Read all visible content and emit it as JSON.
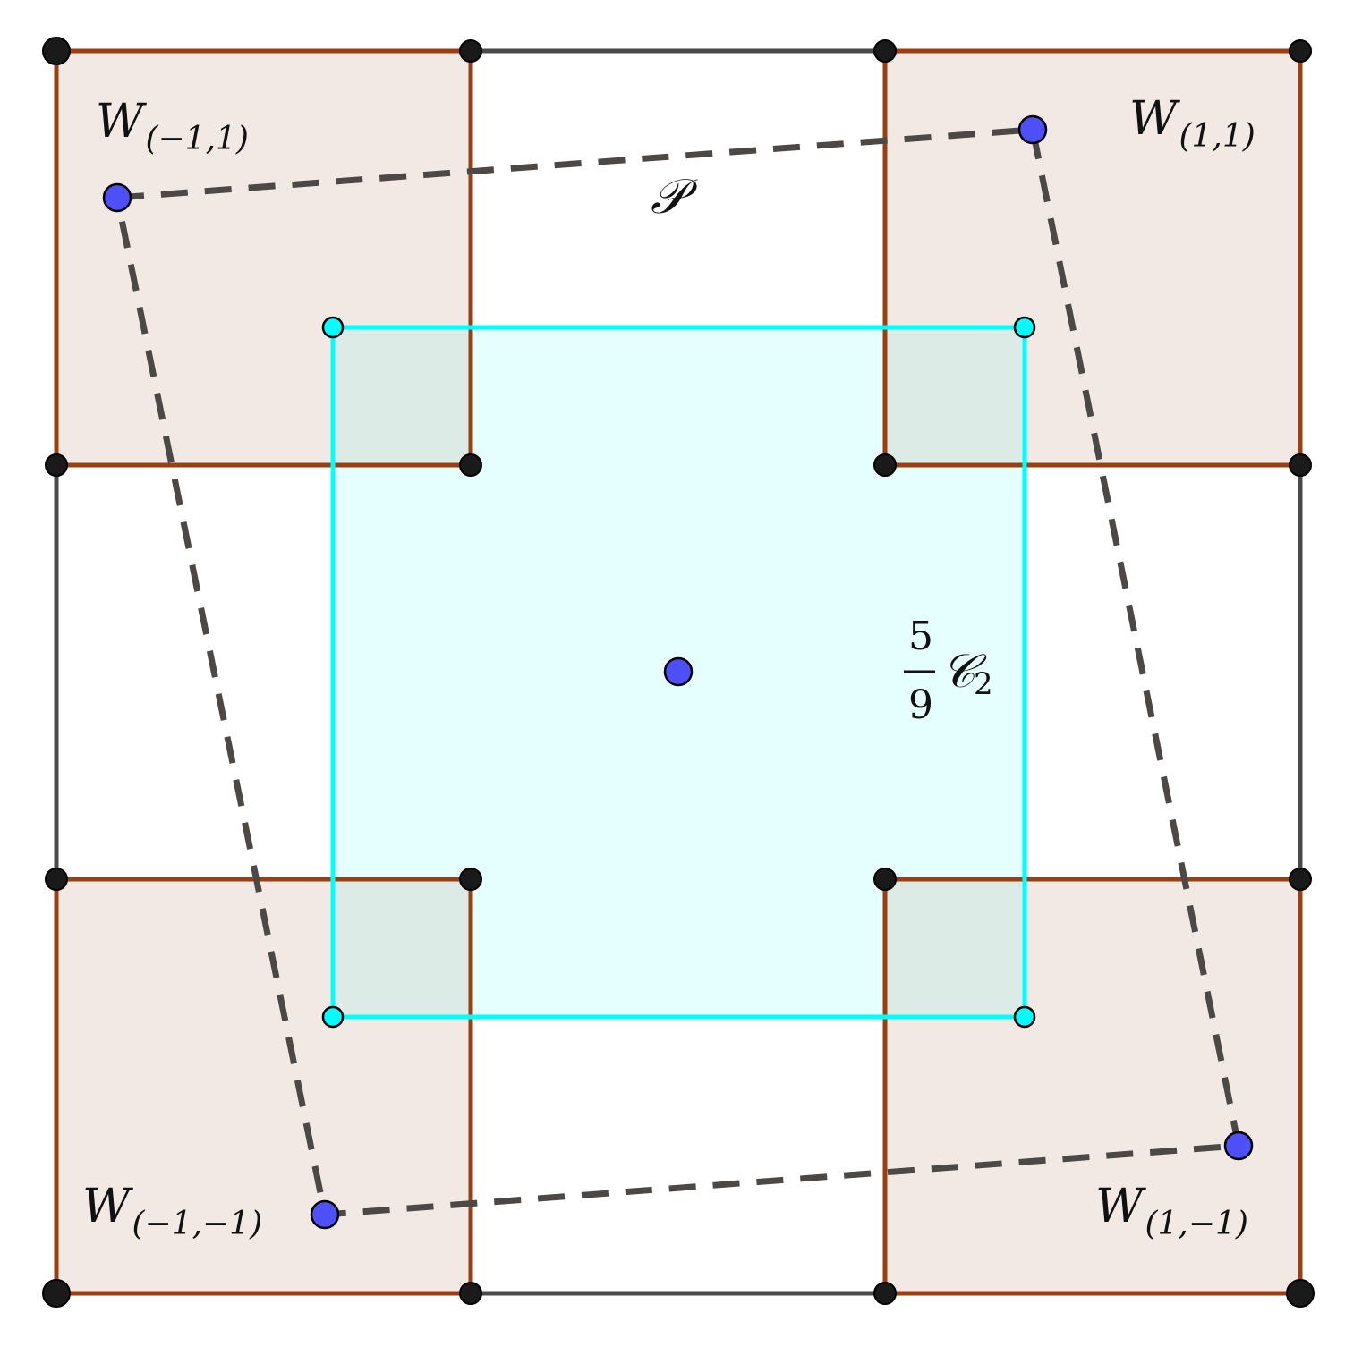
{
  "colors": {
    "corner_square_stroke": "#9a3f12",
    "corner_square_fill": "#f2e8e4",
    "outer_gray_stroke": "#4a4a4a",
    "cyan_square_stroke": "#00ffff",
    "cyan_square_fill": "#e4fffd",
    "overlap_fill": "#dcebe6",
    "dashed_polygon_stroke": "#4b4846",
    "black_point": "#1a1a1a",
    "blue_point": "#4f4ff8",
    "cyan_point": "#00ffff"
  },
  "labels": {
    "w_top_left": {
      "main": "W",
      "sub": "(−1,1)"
    },
    "w_top_right": {
      "main": "W",
      "sub": "(1,1)"
    },
    "w_bottom_left": {
      "main": "W",
      "sub": "(−1,−1)"
    },
    "w_bottom_right": {
      "main": "W",
      "sub": "(1,−1)"
    },
    "polygon": "𝒫",
    "fraction_numerator": "5",
    "fraction_denominator": "9",
    "cyan_square_symbol": "𝒞",
    "cyan_square_subscript": "2"
  }
}
